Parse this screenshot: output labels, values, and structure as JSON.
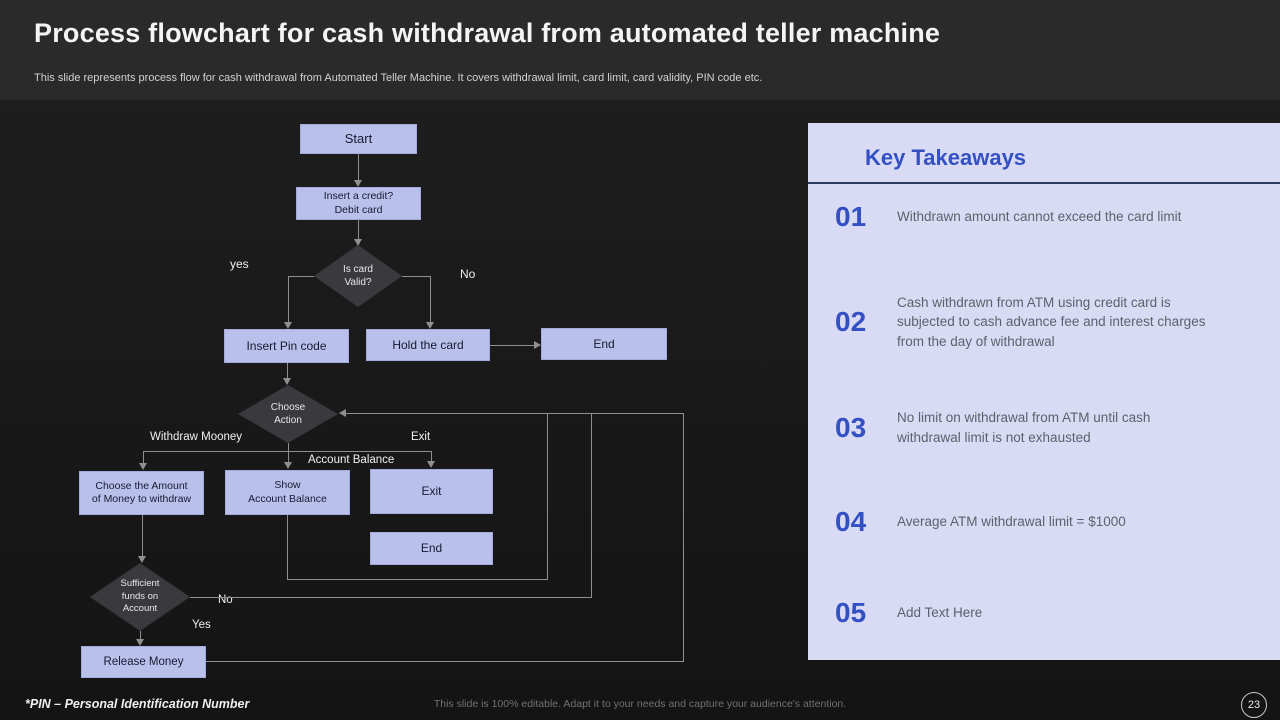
{
  "header": {
    "title": "Process flowchart for cash withdrawal from automated teller machine",
    "subtitle": "This slide represents process flow for cash withdrawal from Automated Teller Machine. It covers withdrawal limit, card limit, card validity, PIN code etc."
  },
  "flowchart": {
    "nodes": {
      "start": "Start",
      "insert_card": "Insert a credit?\nDebit card",
      "card_valid": "Is card\nValid?",
      "insert_pin": "Insert Pin code",
      "hold_card": "Hold the card",
      "end_top": "End",
      "choose_action": "Choose\nAction",
      "choose_amount": "Choose the Amount\nof Money to withdraw",
      "show_balance": "Show\nAccount Balance",
      "exit": "Exit",
      "end_mid": "End",
      "sufficient_funds": "Sufficient\nfunds on\nAccount",
      "release_money": "Release Money"
    },
    "edge_labels": {
      "yes": "yes",
      "no": "No",
      "withdraw_money": "Withdraw Mooney",
      "exit": "Exit",
      "account_balance": "Account Balance",
      "no_funds": "No",
      "yes_funds": "Yes"
    }
  },
  "takeaways": {
    "title": "Key Takeaways",
    "items": [
      {
        "number": "01",
        "text": "Withdrawn amount cannot exceed the card limit"
      },
      {
        "number": "02",
        "text": "Cash withdrawn from ATM using credit card is\nsubjected to cash advance fee and interest charges\nfrom the day of withdrawal"
      },
      {
        "number": "03",
        "text": "No limit on withdrawal from ATM until cash\nwithdrawal limit is not exhausted"
      },
      {
        "number": "04",
        "text": "Average ATM withdrawal limit = $1000"
      },
      {
        "number": "05",
        "text": "Add Text Here"
      }
    ]
  },
  "footer": {
    "note": "*PIN – Personal Identification Number",
    "editable": "This slide is 100% editable. Adapt it to your needs and capture your audience's attention.",
    "page": "23"
  },
  "colors": {
    "background": "#191919",
    "header_bg": "#2a2a2a",
    "node_fill": "#b9c1ea",
    "node_text": "#161a33",
    "diamond_fill": "#3a3a3e",
    "diamond_text": "#e8e8e8",
    "line": "#8f8f8f",
    "label_text": "#f0f0f0",
    "panel_bg": "#d8dbf3",
    "accent_blue": "#3350c4",
    "panel_text": "#5d616d",
    "divider": "#2c3a5e"
  }
}
